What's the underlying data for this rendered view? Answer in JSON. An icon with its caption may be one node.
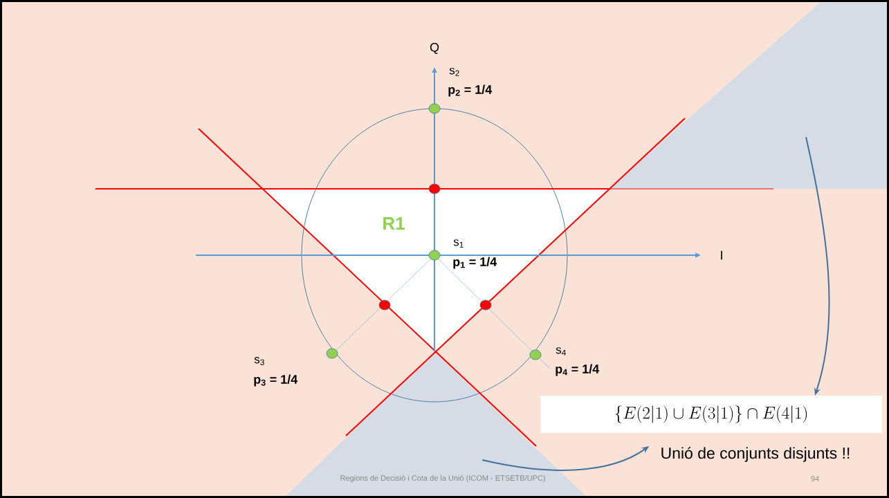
{
  "diagram": {
    "nodes": [
      {
        "text": [],
        "shape": "triangle"
      },
      {
        "text": [
          "R1"
        ]
      },
      {
        "text": [],
        "shape": "triangle"
      },
      {
        "text": [
          "\\{E(2|1)\\cup E(3|1)\\}\\cap E(4|1)"
        ]
      },
      {
        "text": [
          "Unió de conjunts disjunts !!"
        ]
      }
    ],
    "edges": [
      {
        "from": 0,
        "to": 3,
        "arrow": "to"
      },
      {
        "from": 2,
        "to": 4,
        "arrow": "to"
      }
    ],
    "labels": [
      "Q",
      "s$_{2}$",
      "p$_{2}$ = 1/4",
      "s$_{1}$",
      "p$_{1}$ = 1/4",
      "I",
      "s$_{3}$",
      "p$_{3}$ = 1/4",
      "s$_{4}$",
      "p$_{4}$ = 1/4",
      "Regions de Decisió i Cota de la Unió (ICOM - ETSETB/UPC)",
      "94"
    ]
  }
}
